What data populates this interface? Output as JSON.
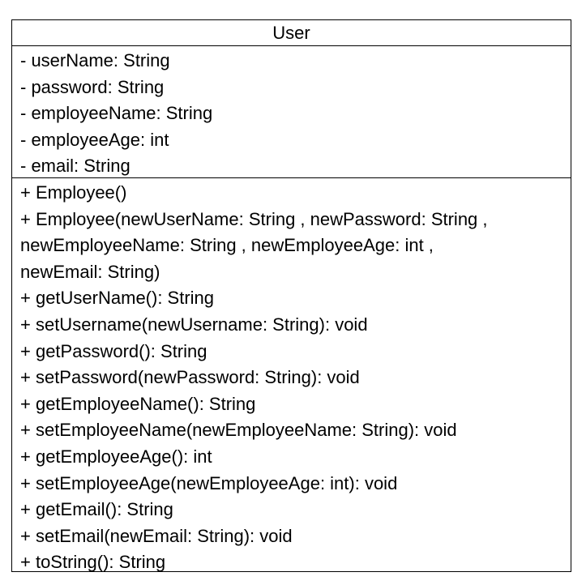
{
  "class": {
    "name": "User",
    "attributes": [
      "- userName: String",
      "- password: String",
      "- employeeName: String",
      "- employeeAge: int",
      "- email: String"
    ],
    "methods": [
      "+ Employee()",
      "+ Employee(newUserName: String , newPassword: String ,",
      "newEmployeeName: String , newEmployeeAge: int ,",
      "newEmail: String)",
      "+ getUserName(): String",
      "+ setUsername(newUsername: String): void",
      "+ getPassword(): String",
      "+ setPassword(newPassword: String): void",
      "+ getEmployeeName(): String",
      "+ setEmployeeName(newEmployeeName: String): void",
      "+ getEmployeeAge(): int",
      "+ setEmployeeAge(newEmployeeAge: int): void",
      "+ getEmail(): String",
      "+ setEmail(newEmail: String): void",
      "+ toString(): String"
    ]
  }
}
